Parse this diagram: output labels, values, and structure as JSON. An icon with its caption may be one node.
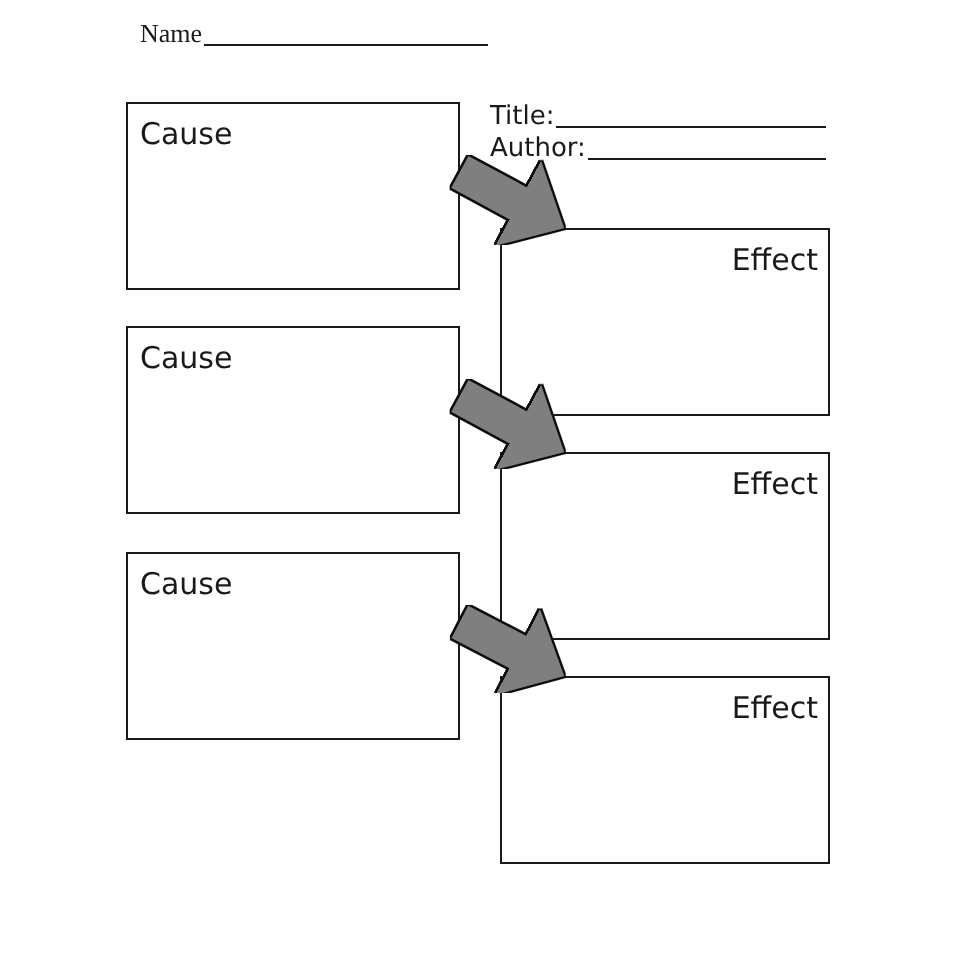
{
  "diagram": {
    "nodes": [
      {
        "text": [
          "Cause"
        ]
      },
      {
        "text": [
          "Effect"
        ]
      },
      {
        "text": [
          "Cause"
        ]
      },
      {
        "text": [
          "Effect"
        ]
      },
      {
        "text": [
          "Cause"
        ]
      },
      {
        "text": [
          "Effect"
        ]
      }
    ],
    "edges": [
      {
        "from": 0,
        "to": 1,
        "arrow": "to"
      },
      {
        "from": 2,
        "to": 3,
        "arrow": "to"
      },
      {
        "from": 4,
        "to": 5,
        "arrow": "to"
      }
    ],
    "labels": [
      "Name",
      "Title:",
      "Author:"
    ]
  }
}
